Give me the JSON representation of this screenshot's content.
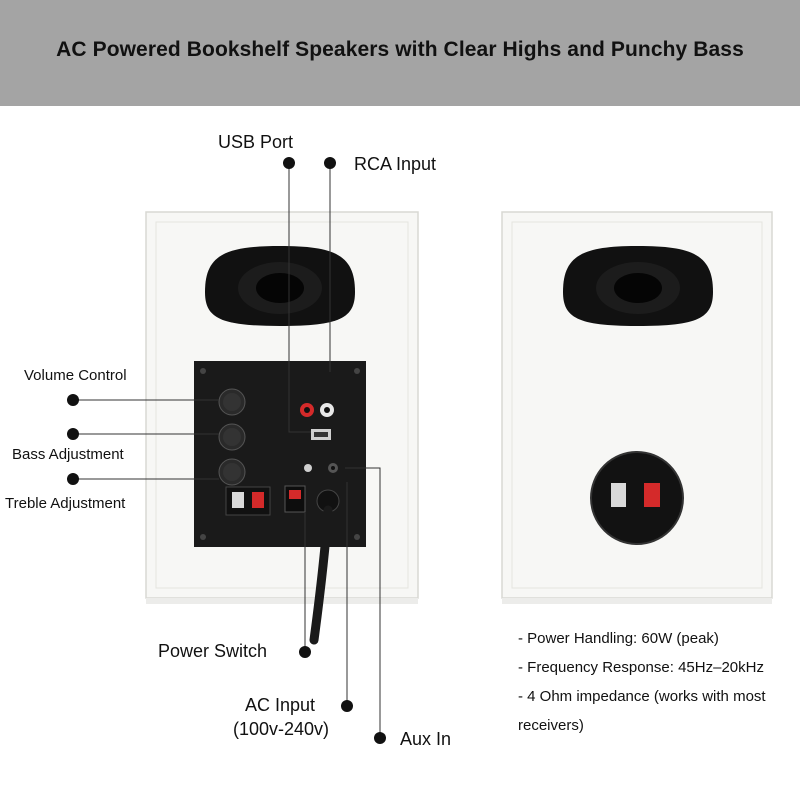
{
  "banner": {
    "title": "AC Powered Bookshelf Speakers with Clear Highs and Punchy Bass"
  },
  "callouts": {
    "usb_port": "USB Port",
    "rca_input": "RCA Input",
    "volume_control": "Volume Control",
    "bass_adjustment": "Bass Adjustment",
    "treble_adjustment": "Treble Adjustment",
    "power_switch": "Power Switch",
    "ac_input_line1": "AC Input",
    "ac_input_line2": "(100v-240v)",
    "aux_in": "Aux In"
  },
  "specs": [
    "- Power Handling: 60W (peak)",
    "- Frequency Response: 45Hz–20kHz",
    "- 4 Ohm impedance (works with most receivers)"
  ],
  "colors": {
    "banner": "#a4a4a4",
    "cabinet": "#f7f7f5",
    "panel": "#1a1a1a",
    "terminal_red": "#d42a2a"
  }
}
